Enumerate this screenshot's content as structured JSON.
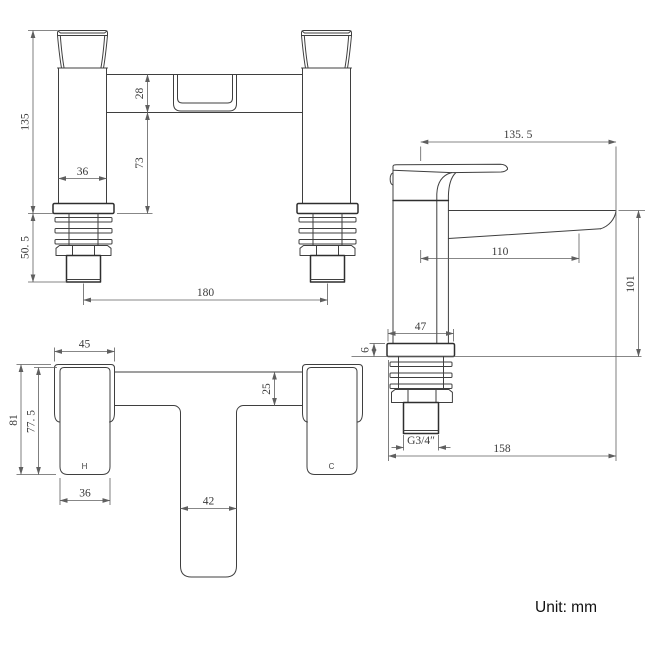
{
  "unit_note": "Unit: mm",
  "front_view": {
    "height": "135",
    "shank_height": "50. 5",
    "body_depth": "28",
    "body_to_deck": "73",
    "pillar_width": "36",
    "centres": "180"
  },
  "side_view": {
    "overall_reach": "135. 5",
    "spout_reach": "110",
    "spout_height": "101",
    "flange_depth": "47",
    "flange_thickness": "6",
    "thread": "G3/4″",
    "overall_depth": "158"
  },
  "plan_view": {
    "flange_width": "45",
    "overall_length": "81",
    "body_length": "77. 5",
    "bar_depth": "25",
    "pillar_width": "36",
    "spout_width": "42",
    "hot": "H",
    "cold": "C"
  },
  "colors": {
    "line": "#3f3f3f",
    "dimension": "#5f5f5f",
    "text": "#3a3a3a",
    "background": "#ffffff"
  }
}
